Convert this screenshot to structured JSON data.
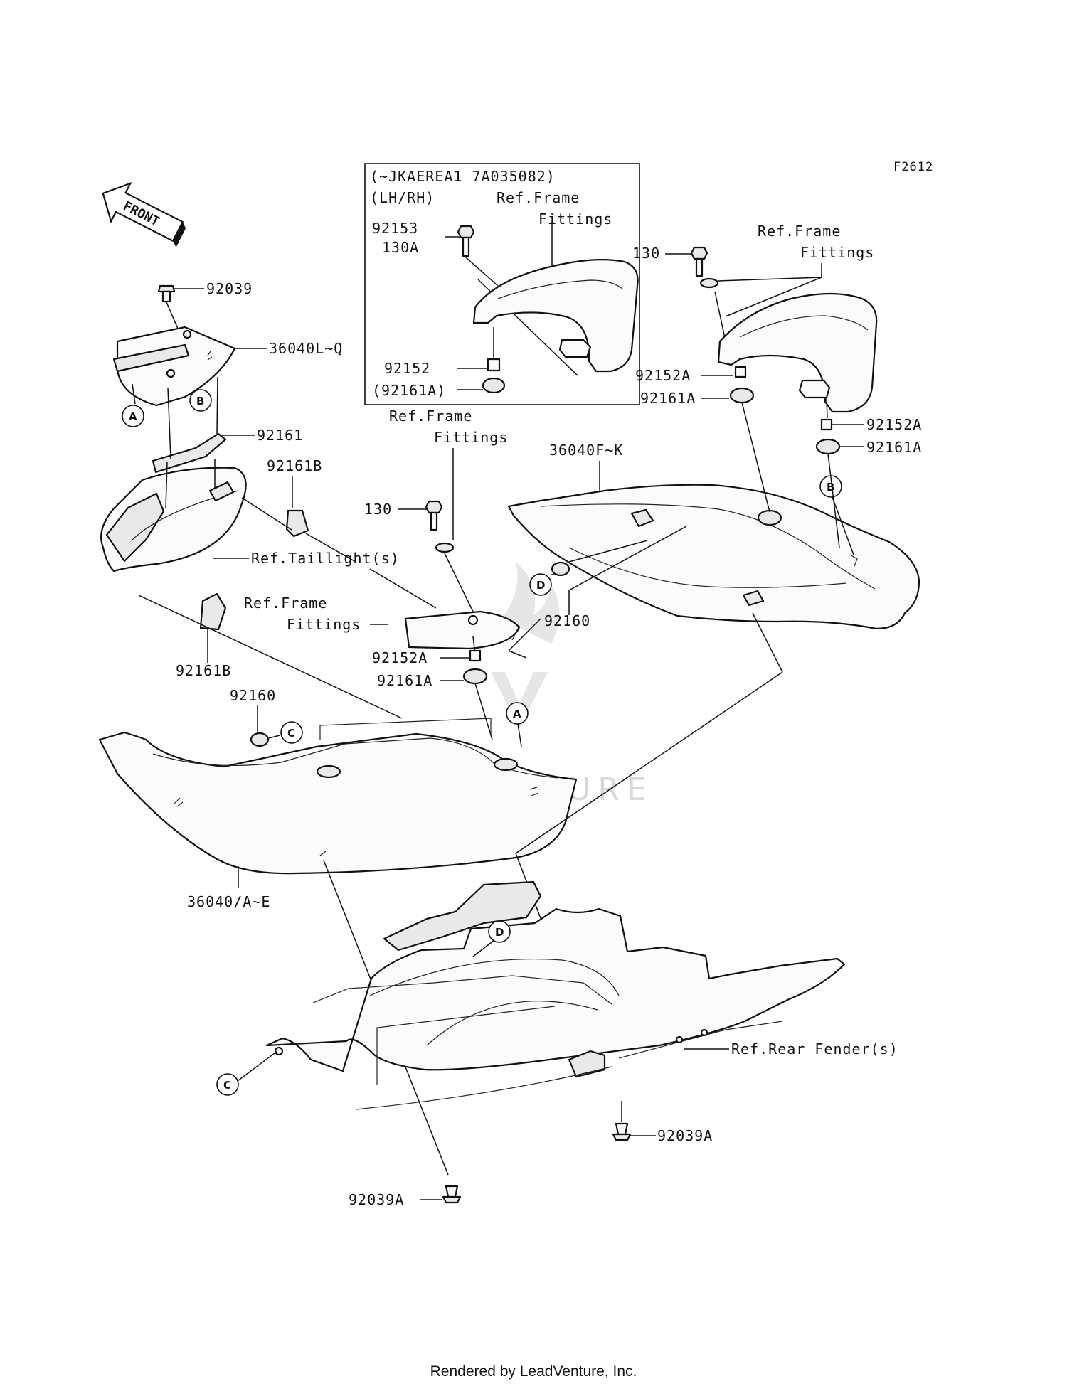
{
  "figure_code": "F2612",
  "direction_arrow": "FRONT",
  "inset": {
    "serial_note": "(~JKAEREA1 7A035082)",
    "side_note": "(LH/RH)",
    "ref_frame_line1": "Ref.Frame",
    "ref_frame_line2": "Fittings",
    "part_92153": "92153",
    "part_130A": "130A",
    "part_92152": "92152",
    "part_92161A_paren": "(92161A)"
  },
  "labels": {
    "p92039": "92039",
    "p36040LQ": "36040L~Q",
    "p92161": "92161",
    "p92161B_top": "92161B",
    "ref_taillight": "Ref.Taillight(s)",
    "ref_frame_mid_1": "Ref.Frame",
    "ref_frame_mid_2": "Fittings",
    "p92161B_bottom": "92161B",
    "p92160_left": "92160",
    "ref_frame_center_1": "Ref.Frame",
    "ref_frame_center_2": "Fittings",
    "p130_center": "130",
    "p92152A_center": "92152A",
    "p92161A_center": "92161A",
    "p36040FK": "36040F~K",
    "p92160_right": "92160",
    "ref_frame_right_1": "Ref.Frame",
    "ref_frame_right_2": "Fittings",
    "p130_right": "130",
    "p92152A_right1": "92152A",
    "p92161A_right1": "92161A",
    "p92152A_right2": "92152A",
    "p92161A_right2": "92161A",
    "p36040AE": "36040/A~E",
    "ref_rear_fender": "Ref.Rear Fender(s)",
    "p92039A_right": "92039A",
    "p92039A_left": "92039A"
  },
  "callouts": {
    "A": "A",
    "B": "B",
    "C": "C",
    "D": "D"
  },
  "watermark": "LEADVENTURE",
  "footer": "Rendered by LeadVenture, Inc."
}
